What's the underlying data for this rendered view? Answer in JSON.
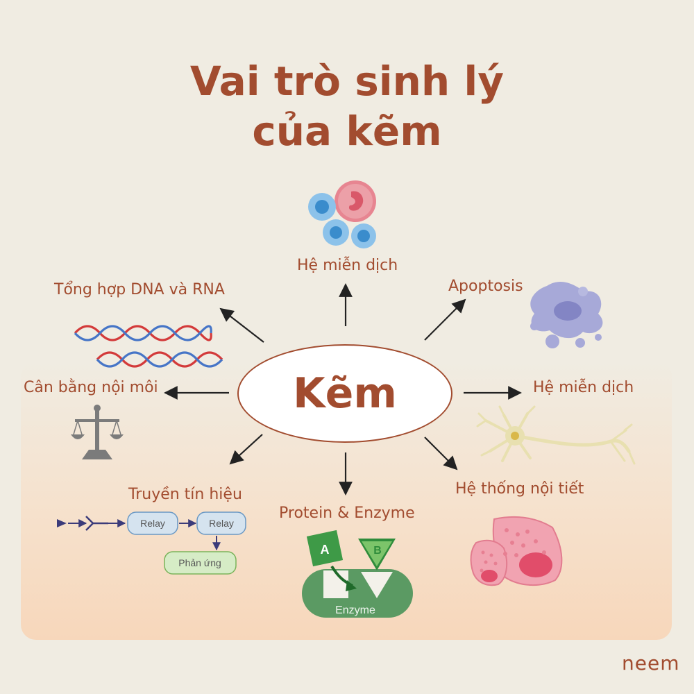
{
  "title": {
    "line1": "Vai trò sinh lý",
    "line2": "của kẽm"
  },
  "center_label": "Kẽm",
  "nodes": {
    "immune_top": "Hệ miễn dịch",
    "apoptosis": "Apoptosis",
    "dna_rna": "Tổng hợp DNA và RNA",
    "homeostasis": "Cân bằng nội môi",
    "immune_right": "Hệ miễn dịch",
    "signaling": "Truyền tín hiệu",
    "protein_enzyme": "Protein & Enzyme",
    "endocrine": "Hệ thống nội tiết"
  },
  "signal_diagram": {
    "relay1": "Relay",
    "relay2": "Relay",
    "response": "Phản ứng"
  },
  "enzyme_diagram": {
    "a": "A",
    "b": "B",
    "enzyme": "Enzyme"
  },
  "logo": "neem",
  "colors": {
    "background": "#f0ece2",
    "accent": "#a24c2f",
    "panel_gradient_end": "#f7d7bb",
    "arrow": "#222222"
  }
}
